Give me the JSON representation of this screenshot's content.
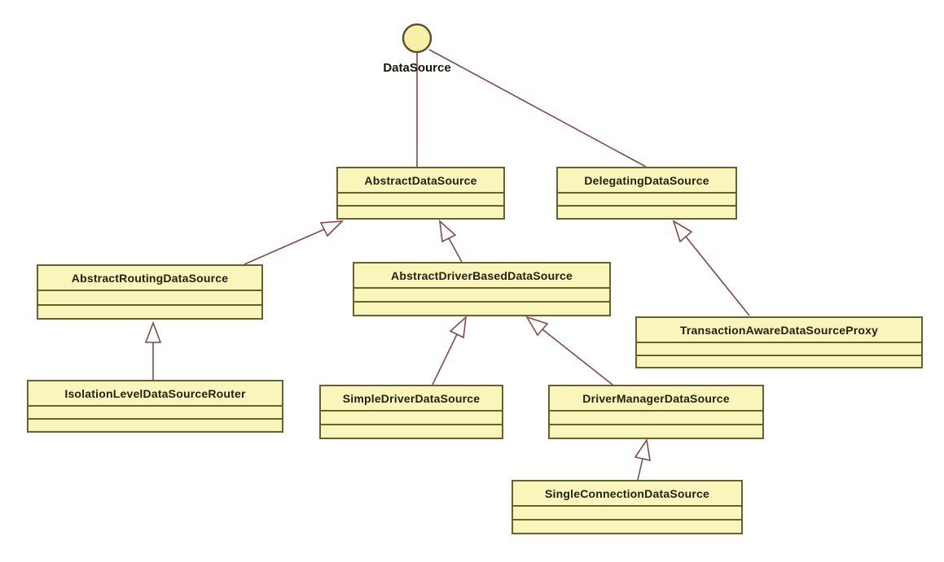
{
  "diagram_type": "uml-class-diagram",
  "interface": {
    "name": "DataSource"
  },
  "classes": {
    "abstract_data_source": {
      "name": "AbstractDataSource",
      "attributes": [],
      "operations": []
    },
    "delegating_data_source": {
      "name": "DelegatingDataSource",
      "attributes": [],
      "operations": []
    },
    "abstract_routing_data_source": {
      "name": "AbstractRoutingDataSource",
      "attributes": [],
      "operations": []
    },
    "abstract_driver_based_data_source": {
      "name": "AbstractDriverBasedDataSource",
      "attributes": [],
      "operations": []
    },
    "transaction_aware_data_source_proxy": {
      "name": "TransactionAwareDataSourceProxy",
      "attributes": [],
      "operations": []
    },
    "isolation_level_data_source_router": {
      "name": "IsolationLevelDataSourceRouter",
      "attributes": [],
      "operations": []
    },
    "simple_driver_data_source": {
      "name": "SimpleDriverDataSource",
      "attributes": [],
      "operations": []
    },
    "driver_manager_data_source": {
      "name": "DriverManagerDataSource",
      "attributes": [],
      "operations": []
    },
    "single_connection_data_source": {
      "name": "SingleConnectionDataSource",
      "attributes": [],
      "operations": []
    }
  },
  "relations": [
    {
      "from": "AbstractDataSource",
      "to": "DataSource",
      "type": "interface-realization"
    },
    {
      "from": "DelegatingDataSource",
      "to": "DataSource",
      "type": "interface-realization"
    },
    {
      "from": "AbstractRoutingDataSource",
      "to": "AbstractDataSource",
      "type": "generalization"
    },
    {
      "from": "AbstractDriverBasedDataSource",
      "to": "AbstractDataSource",
      "type": "generalization"
    },
    {
      "from": "TransactionAwareDataSourceProxy",
      "to": "DelegatingDataSource",
      "type": "generalization"
    },
    {
      "from": "IsolationLevelDataSourceRouter",
      "to": "AbstractRoutingDataSource",
      "type": "generalization"
    },
    {
      "from": "SimpleDriverDataSource",
      "to": "AbstractDriverBasedDataSource",
      "type": "generalization"
    },
    {
      "from": "DriverManagerDataSource",
      "to": "AbstractDriverBasedDataSource",
      "type": "generalization"
    },
    {
      "from": "SingleConnectionDataSource",
      "to": "DriverManagerDataSource",
      "type": "generalization"
    }
  ],
  "colors": {
    "background": "#ffffff",
    "class_fill": "#faf5bb",
    "class_border": "#66622d",
    "connector": "#824a48",
    "text": "#21210f",
    "lollipop_fill": "#f7f1a8"
  }
}
